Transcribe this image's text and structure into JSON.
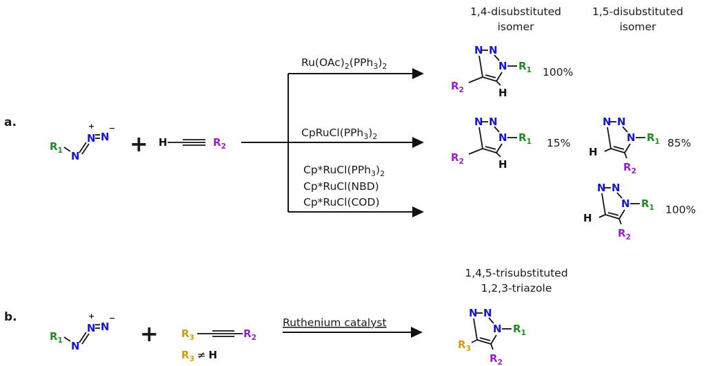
{
  "part_labels": {
    "a": "a.",
    "b": "b."
  },
  "atoms": {
    "N": "N",
    "H": "H",
    "R": "R",
    "plus_charge": "+",
    "minus_charge": "−",
    "s1": "1",
    "s2": "2",
    "s3": "3"
  },
  "operators": {
    "plus": "+",
    "neq": "≠"
  },
  "headers": {
    "iso14_line1": "1,4-disubstituted",
    "iso14_line2": "isomer",
    "iso15_line1": "1,5-disubstituted",
    "iso15_line2": "isomer",
    "tri_line1": "1,4,5-trisubstituted",
    "tri_line2": "1,2,3-triazole"
  },
  "catalysts": {
    "ru_oac": {
      "pre": "Ru(OAc)",
      "s1": "2",
      "mid": "(PPh",
      "s2": "3",
      "post": ")",
      "s3": "2"
    },
    "cpru": {
      "pre": "CpRuCl(PPh",
      "s1": "3",
      "mid": ")",
      "s2": "2"
    },
    "cpstar_pph3": {
      "pre": "Cp*RuCl(PPh",
      "s1": "3",
      "mid": ")",
      "s2": "2"
    },
    "cpstar_nbd": "Cp*RuCl(NBD)",
    "cpstar_cod": "Cp*RuCl(COD)",
    "ruthenium": "Ruthenium catalyst"
  },
  "yields": {
    "ru_oac_14": "100%",
    "cpru_14": "15%",
    "cpru_15": "85%",
    "cpstar_15": "100%"
  },
  "colors": {
    "nitrogen": "#1414d2",
    "r1": "#1f8a1f",
    "r2": "#9a1fc9",
    "r3": "#d99a10",
    "bond": "#111111"
  }
}
